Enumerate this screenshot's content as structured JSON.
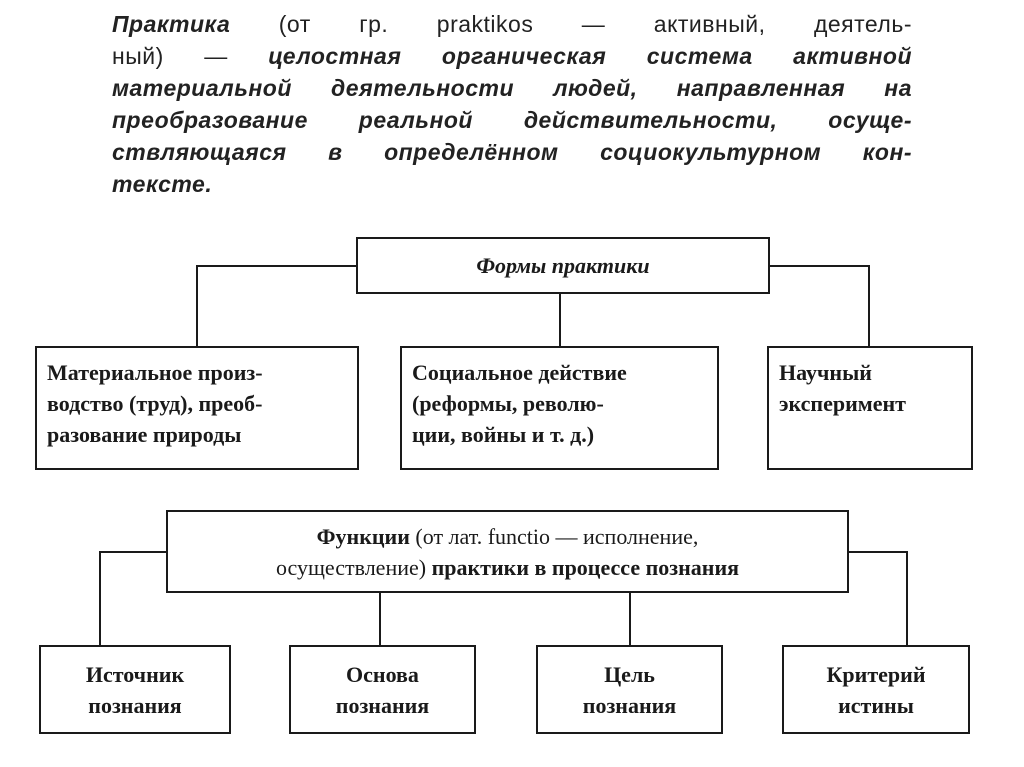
{
  "intro": {
    "lines": [
      {
        "term": "Практика",
        "text": " (от гр. praktikos — активный, деятель-"
      },
      {
        "term": "",
        "text": "ный) — ",
        "rest": "целостная органическая система активной"
      },
      {
        "term": "",
        "text": "",
        "rest": "материальной деятельности людей, направленная на"
      },
      {
        "term": "",
        "text": "",
        "rest": "преобразование реальной действительности, осуще-"
      },
      {
        "term": "",
        "text": "",
        "rest": "ствляющаяся в определённом социокультурном кон-"
      },
      {
        "term": "",
        "text": "",
        "rest": "тексте."
      }
    ]
  },
  "forms": {
    "title": "Формы практики",
    "items": [
      {
        "lines": [
          "Материальное произ-",
          "водство (труд), преоб-",
          "разование природы"
        ]
      },
      {
        "lines": [
          "Социальное действие",
          "(реформы, револю-",
          "ции, войны и т. д.)"
        ]
      },
      {
        "lines": [
          "Научный",
          "эксперимент"
        ]
      }
    ]
  },
  "functions": {
    "title_bold_1": "Функции",
    "title_normal": " (от лат. functio — исполнение,",
    "title_line2_normal": "осуществление) ",
    "title_line2_bold": "практики в процессе познания",
    "items": [
      {
        "lines": [
          "Источник",
          "познания"
        ]
      },
      {
        "lines": [
          "Основа",
          "познания"
        ]
      },
      {
        "lines": [
          "Цель",
          "познания"
        ]
      },
      {
        "lines": [
          "Критерий",
          "истины"
        ]
      }
    ]
  }
}
